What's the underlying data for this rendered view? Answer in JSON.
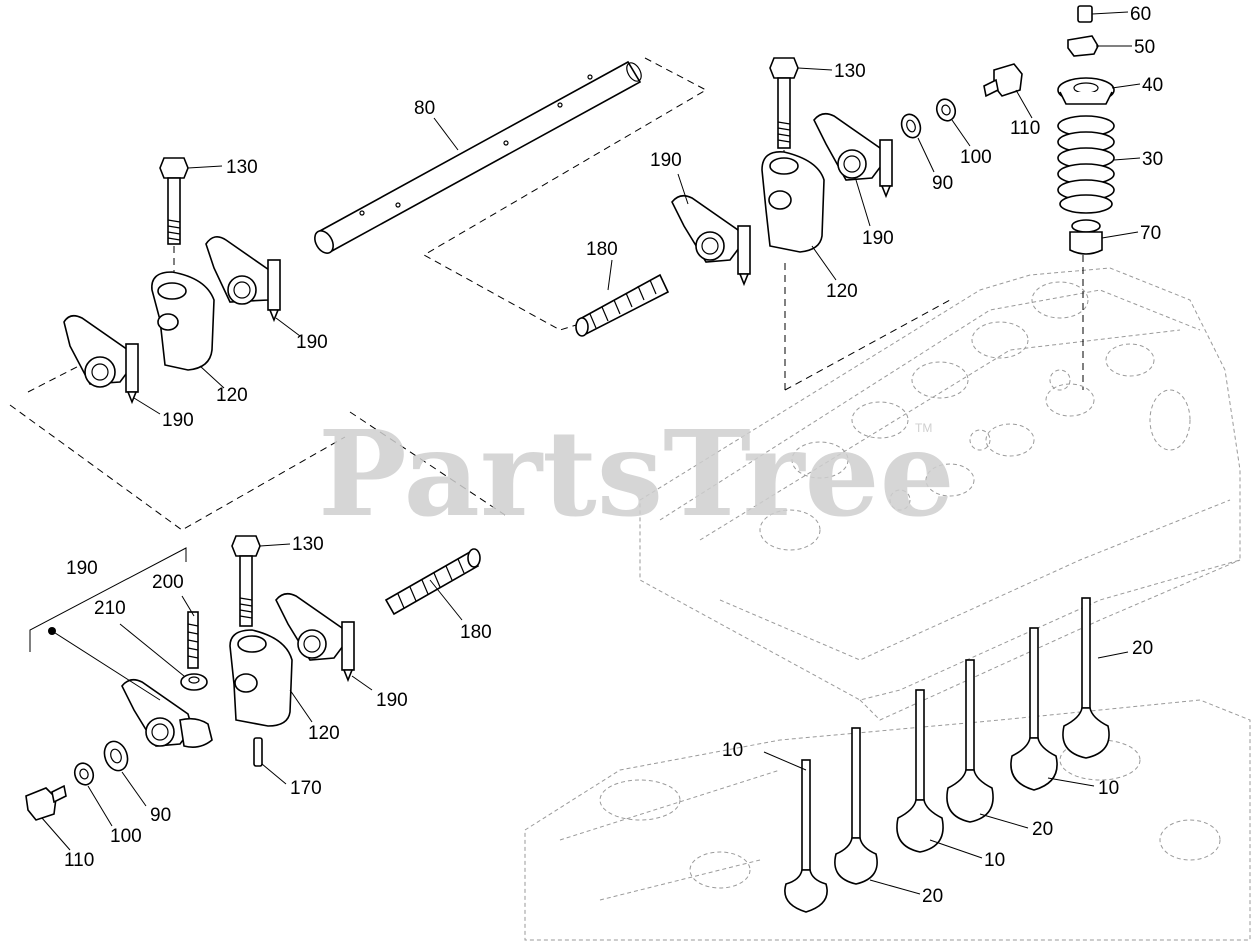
{
  "watermark": {
    "text": "PartsTree",
    "trademark": "TM"
  },
  "callouts": {
    "c60": "60",
    "c50": "50",
    "c40": "40",
    "c30": "30",
    "c70": "70",
    "c130_top_right": "130",
    "c110_top_right": "110",
    "c100_top_right": "100",
    "c90_top_right": "90",
    "c190_top_right_a": "190",
    "c190_top_right_b": "190",
    "c120_top_right": "120",
    "c180_top": "180",
    "c80": "80",
    "c130_top_left": "130",
    "c190_top_left_a": "190",
    "c190_top_left_b": "190",
    "c120_top_left": "120",
    "c190_assembly": "190",
    "c200": "200",
    "c210": "210",
    "c130_bottom": "130",
    "c180_bottom": "180",
    "c190_bottom": "190",
    "c120_bottom": "120",
    "c170": "170",
    "c90_bottom": "90",
    "c100_bottom": "100",
    "c110_bottom": "110",
    "c20_a": "20",
    "c10_a": "10",
    "c20_b": "20",
    "c10_b": "10",
    "c10_c": "10",
    "c20_c": "20"
  }
}
